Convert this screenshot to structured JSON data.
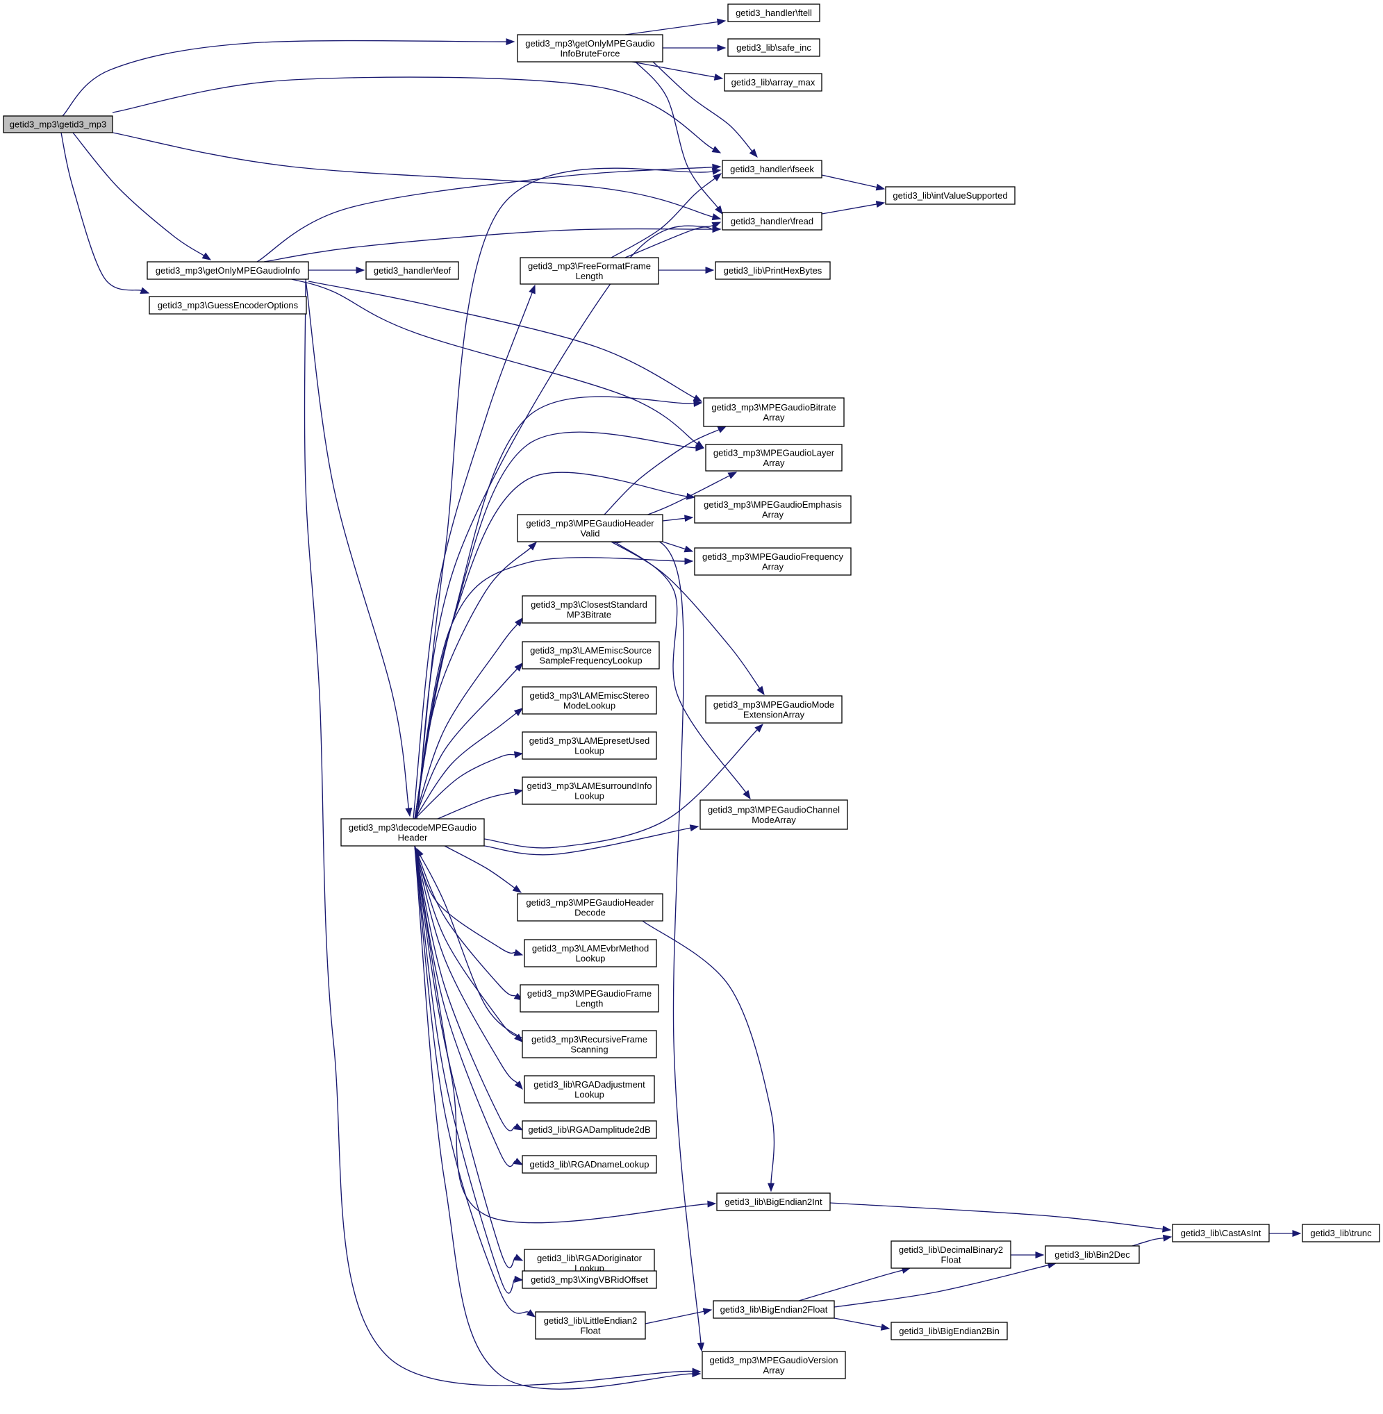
{
  "colors": {
    "edge": "#191970",
    "node_fill": "#ffffff",
    "root_fill": "#bfbfbf",
    "node_border": "#000000"
  },
  "nodes": [
    {
      "id": "getid3_mp3",
      "lines": [
        "getid3_mp3\\getid3_mp3"
      ],
      "root": true
    },
    {
      "id": "bruteforce",
      "lines": [
        "getid3_mp3\\getOnlyMPEGaudio",
        "InfoBruteForce"
      ]
    },
    {
      "id": "ftell",
      "lines": [
        "getid3_handler\\ftell"
      ]
    },
    {
      "id": "safe_inc",
      "lines": [
        "getid3_lib\\safe_inc"
      ]
    },
    {
      "id": "array_max",
      "lines": [
        "getid3_lib\\array_max"
      ]
    },
    {
      "id": "fseek",
      "lines": [
        "getid3_handler\\fseek"
      ]
    },
    {
      "id": "intvalue",
      "lines": [
        "getid3_lib\\intValueSupported"
      ]
    },
    {
      "id": "fread",
      "lines": [
        "getid3_handler\\fread"
      ]
    },
    {
      "id": "getinfo",
      "lines": [
        "getid3_mp3\\getOnlyMPEGaudioInfo"
      ]
    },
    {
      "id": "feof",
      "lines": [
        "getid3_handler\\feof"
      ]
    },
    {
      "id": "freeformat",
      "lines": [
        "getid3_mp3\\FreeFormatFrame",
        "Length"
      ]
    },
    {
      "id": "printhex",
      "lines": [
        "getid3_lib\\PrintHexBytes"
      ]
    },
    {
      "id": "guess",
      "lines": [
        "getid3_mp3\\GuessEncoderOptions"
      ]
    },
    {
      "id": "bitrate",
      "lines": [
        "getid3_mp3\\MPEGaudioBitrate",
        "Array"
      ]
    },
    {
      "id": "layer",
      "lines": [
        "getid3_mp3\\MPEGaudioLayer",
        "Array"
      ]
    },
    {
      "id": "emphasis",
      "lines": [
        "getid3_mp3\\MPEGaudioEmphasis",
        "Array"
      ]
    },
    {
      "id": "hvalid",
      "lines": [
        "getid3_mp3\\MPEGaudioHeader",
        "Valid"
      ]
    },
    {
      "id": "frequency",
      "lines": [
        "getid3_mp3\\MPEGaudioFrequency",
        "Array"
      ]
    },
    {
      "id": "closest",
      "lines": [
        "getid3_mp3\\ClosestStandard",
        "MP3Bitrate"
      ]
    },
    {
      "id": "lamesrc",
      "lines": [
        "getid3_mp3\\LAMEmiscSource",
        "SampleFrequencyLookup"
      ]
    },
    {
      "id": "lamestereo",
      "lines": [
        "getid3_mp3\\LAMEmiscStereo",
        "ModeLookup"
      ]
    },
    {
      "id": "modeext",
      "lines": [
        "getid3_mp3\\MPEGaudioMode",
        "ExtensionArray"
      ]
    },
    {
      "id": "lamepreset",
      "lines": [
        "getid3_mp3\\LAMEpresetUsed",
        "Lookup"
      ]
    },
    {
      "id": "lamesurround",
      "lines": [
        "getid3_mp3\\LAMEsurroundInfo",
        "Lookup"
      ]
    },
    {
      "id": "decode",
      "lines": [
        "getid3_mp3\\decodeMPEGaudio",
        "Header"
      ]
    },
    {
      "id": "channel",
      "lines": [
        "getid3_mp3\\MPEGaudioChannel",
        "ModeArray"
      ]
    },
    {
      "id": "hdecode",
      "lines": [
        "getid3_mp3\\MPEGaudioHeader",
        "Decode"
      ]
    },
    {
      "id": "lamevbr",
      "lines": [
        "getid3_mp3\\LAMEvbrMethod",
        "Lookup"
      ]
    },
    {
      "id": "framelen",
      "lines": [
        "getid3_mp3\\MPEGaudioFrame",
        "Length"
      ]
    },
    {
      "id": "recursive",
      "lines": [
        "getid3_mp3\\RecursiveFrame",
        "Scanning"
      ]
    },
    {
      "id": "rgadadj",
      "lines": [
        "getid3_lib\\RGADadjustment",
        "Lookup"
      ]
    },
    {
      "id": "rgadamp",
      "lines": [
        "getid3_lib\\RGADamplitude2dB"
      ]
    },
    {
      "id": "rgadname",
      "lines": [
        "getid3_lib\\RGADnameLookup"
      ]
    },
    {
      "id": "be2int",
      "lines": [
        "getid3_lib\\BigEndian2Int"
      ]
    },
    {
      "id": "castasint",
      "lines": [
        "getid3_lib\\CastAsInt"
      ]
    },
    {
      "id": "trunc",
      "lines": [
        "getid3_lib\\trunc"
      ]
    },
    {
      "id": "rgadorig",
      "lines": [
        "getid3_lib\\RGADoriginator",
        "Lookup"
      ]
    },
    {
      "id": "decbin",
      "lines": [
        "getid3_lib\\DecimalBinary2",
        "Float"
      ]
    },
    {
      "id": "bin2dec",
      "lines": [
        "getid3_lib\\Bin2Dec"
      ]
    },
    {
      "id": "xing",
      "lines": [
        "getid3_mp3\\XingVBRidOffset"
      ]
    },
    {
      "id": "le2float",
      "lines": [
        "getid3_lib\\LittleEndian2",
        "Float"
      ]
    },
    {
      "id": "be2float",
      "lines": [
        "getid3_lib\\BigEndian2Float"
      ]
    },
    {
      "id": "be2bin",
      "lines": [
        "getid3_lib\\BigEndian2Bin"
      ]
    },
    {
      "id": "version",
      "lines": [
        "getid3_mp3\\MPEGaudioVersion",
        "Array"
      ]
    }
  ],
  "edges": [
    [
      "getid3_mp3",
      "bruteforce"
    ],
    [
      "getid3_mp3",
      "fseek"
    ],
    [
      "getid3_mp3",
      "fread"
    ],
    [
      "getid3_mp3",
      "getinfo"
    ],
    [
      "getid3_mp3",
      "guess"
    ],
    [
      "bruteforce",
      "ftell"
    ],
    [
      "bruteforce",
      "safe_inc"
    ],
    [
      "bruteforce",
      "array_max"
    ],
    [
      "bruteforce",
      "fseek"
    ],
    [
      "bruteforce",
      "fread"
    ],
    [
      "fseek",
      "intvalue"
    ],
    [
      "fread",
      "intvalue"
    ],
    [
      "getinfo",
      "fseek"
    ],
    [
      "getinfo",
      "fread"
    ],
    [
      "getinfo",
      "feof"
    ],
    [
      "getinfo",
      "bitrate"
    ],
    [
      "getinfo",
      "layer"
    ],
    [
      "getinfo",
      "decode"
    ],
    [
      "getinfo",
      "version"
    ],
    [
      "freeformat",
      "fseek"
    ],
    [
      "freeformat",
      "fread"
    ],
    [
      "freeformat",
      "printhex"
    ],
    [
      "decode",
      "fseek"
    ],
    [
      "decode",
      "fread"
    ],
    [
      "decode",
      "freeformat"
    ],
    [
      "decode",
      "bitrate"
    ],
    [
      "decode",
      "layer"
    ],
    [
      "decode",
      "emphasis"
    ],
    [
      "decode",
      "hvalid"
    ],
    [
      "decode",
      "frequency"
    ],
    [
      "decode",
      "closest"
    ],
    [
      "decode",
      "lamesrc"
    ],
    [
      "decode",
      "lamestereo"
    ],
    [
      "decode",
      "lamepreset"
    ],
    [
      "decode",
      "lamesurround"
    ],
    [
      "decode",
      "modeext"
    ],
    [
      "decode",
      "channel"
    ],
    [
      "decode",
      "hdecode"
    ],
    [
      "decode",
      "lamevbr"
    ],
    [
      "decode",
      "framelen"
    ],
    [
      "decode",
      "recursive"
    ],
    [
      "decode",
      "rgadadj"
    ],
    [
      "decode",
      "rgadamp"
    ],
    [
      "decode",
      "rgadname"
    ],
    [
      "decode",
      "be2int"
    ],
    [
      "decode",
      "rgadorig"
    ],
    [
      "decode",
      "xing"
    ],
    [
      "decode",
      "le2float"
    ],
    [
      "decode",
      "version"
    ],
    [
      "hvalid",
      "bitrate"
    ],
    [
      "hvalid",
      "layer"
    ],
    [
      "hvalid",
      "emphasis"
    ],
    [
      "hvalid",
      "frequency"
    ],
    [
      "hvalid",
      "modeext"
    ],
    [
      "hvalid",
      "channel"
    ],
    [
      "hvalid",
      "version"
    ],
    [
      "hdecode",
      "be2int"
    ],
    [
      "recursive",
      "decode"
    ],
    [
      "be2int",
      "castasint"
    ],
    [
      "castasint",
      "trunc"
    ],
    [
      "decbin",
      "bin2dec"
    ],
    [
      "bin2dec",
      "castasint"
    ],
    [
      "le2float",
      "be2float"
    ],
    [
      "be2float",
      "decbin"
    ],
    [
      "be2float",
      "bin2dec"
    ],
    [
      "be2float",
      "be2bin"
    ]
  ]
}
